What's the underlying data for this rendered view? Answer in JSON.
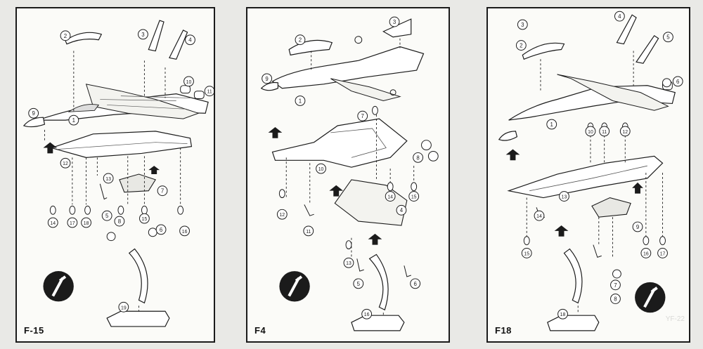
{
  "panels": [
    {
      "label": "F-15"
    },
    {
      "label": "F4"
    },
    {
      "label": "F18"
    }
  ],
  "parts": {
    "f15": [
      "1",
      "2",
      "3",
      "4",
      "5",
      "6",
      "7",
      "8",
      "9",
      "10",
      "11",
      "12",
      "13",
      "14",
      "15",
      "16",
      "17",
      "18",
      "19"
    ],
    "f4": [
      "1",
      "2",
      "3",
      "4",
      "5",
      "6",
      "7",
      "8",
      "9",
      "10",
      "11",
      "12",
      "13",
      "14",
      "15",
      "16"
    ],
    "f18": [
      "1",
      "2",
      "3",
      "4",
      "5",
      "6",
      "7",
      "8",
      "9",
      "10",
      "11",
      "12",
      "13",
      "14",
      "15",
      "16",
      "17",
      "18"
    ]
  },
  "watermark": "YF-22",
  "colors": {
    "line": "#1b1b1b",
    "paper": "#fbfbf8"
  }
}
